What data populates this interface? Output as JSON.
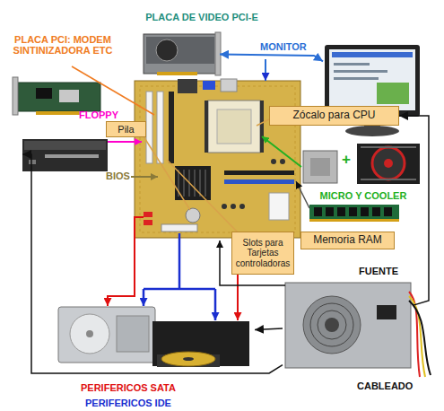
{
  "diagram": {
    "nodes": [
      {
        "text": [
          "PLACA DE VIDEO PCI-E"
        ]
      },
      {
        "text": [
          "MONITOR"
        ]
      },
      {
        "text": [
          "PLACA PCI: MODEM SINTINIZADORA ETC"
        ]
      },
      {
        "text": [
          "FLOPPY"
        ]
      },
      {
        "text": [
          "Pila"
        ]
      },
      {
        "text": [
          "Zócalo para CPU"
        ]
      },
      {
        "text": [
          "MICRO Y COOLER"
        ]
      },
      {
        "text": [
          "Memoria RAM"
        ]
      },
      {
        "text": [
          "Slots para Tarjetas controladoras"
        ]
      },
      {
        "text": [
          "FUENTE"
        ]
      },
      {
        "text": [
          "PERIFERICOS SATA",
          "PERIFERICOS IDE"
        ]
      }
    ],
    "edges": [
      {
        "from": 0,
        "to": 1,
        "arrow": "both"
      },
      {
        "from": 9,
        "to": 3,
        "arrow": "to"
      },
      {
        "from": 9,
        "to": 10,
        "arrow": "to"
      },
      {
        "from": 9,
        "to": 5,
        "arrow": "to"
      }
    ],
    "labels": [
      "BIOS",
      "+",
      "CABLEADO"
    ]
  }
}
